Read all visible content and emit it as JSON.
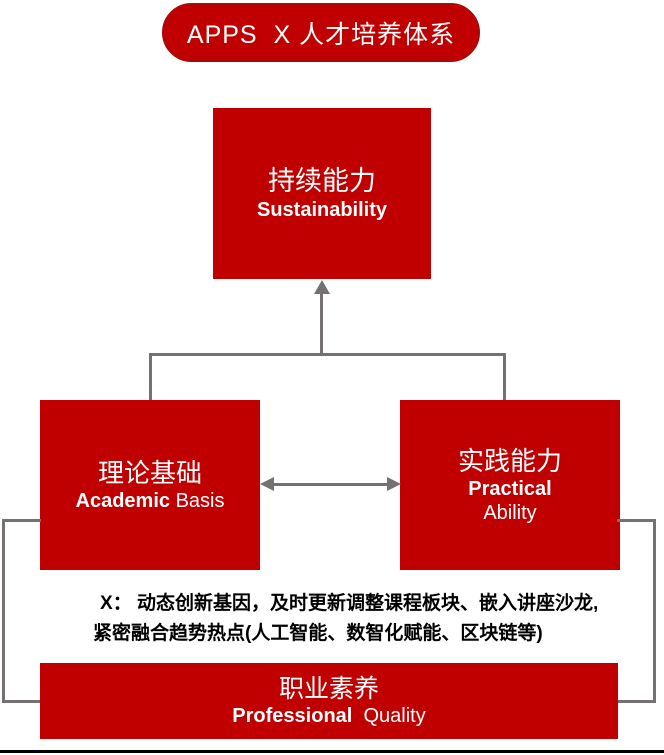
{
  "title_pill": {
    "label": "APPS  X 人才培养体系"
  },
  "boxes": {
    "sustainability": {
      "zh": "持续能力",
      "en_bold": "Sustainability"
    },
    "academic": {
      "zh": "理论基础",
      "en_bold": "Academic",
      "en_rest": " Basis"
    },
    "practical": {
      "zh": "实践能力",
      "en_bold": "Practical",
      "en_line2": "Ability"
    },
    "professional": {
      "zh": "职业素养",
      "en_bold": "Professional",
      "en_rest": "  Quality"
    }
  },
  "note": {
    "x_prefix": "X",
    "line1_rest": "： 动态创新基因，及时更新调整课程板块、嵌入讲座沙龙,",
    "line2": "紧密融合趋势热点(人工智能、数智化赋能、区块链等)"
  },
  "colors": {
    "box_red": "#c00000",
    "connector_gray": "#767171",
    "divider_black": "#000000",
    "text_white": "#ffffff"
  }
}
